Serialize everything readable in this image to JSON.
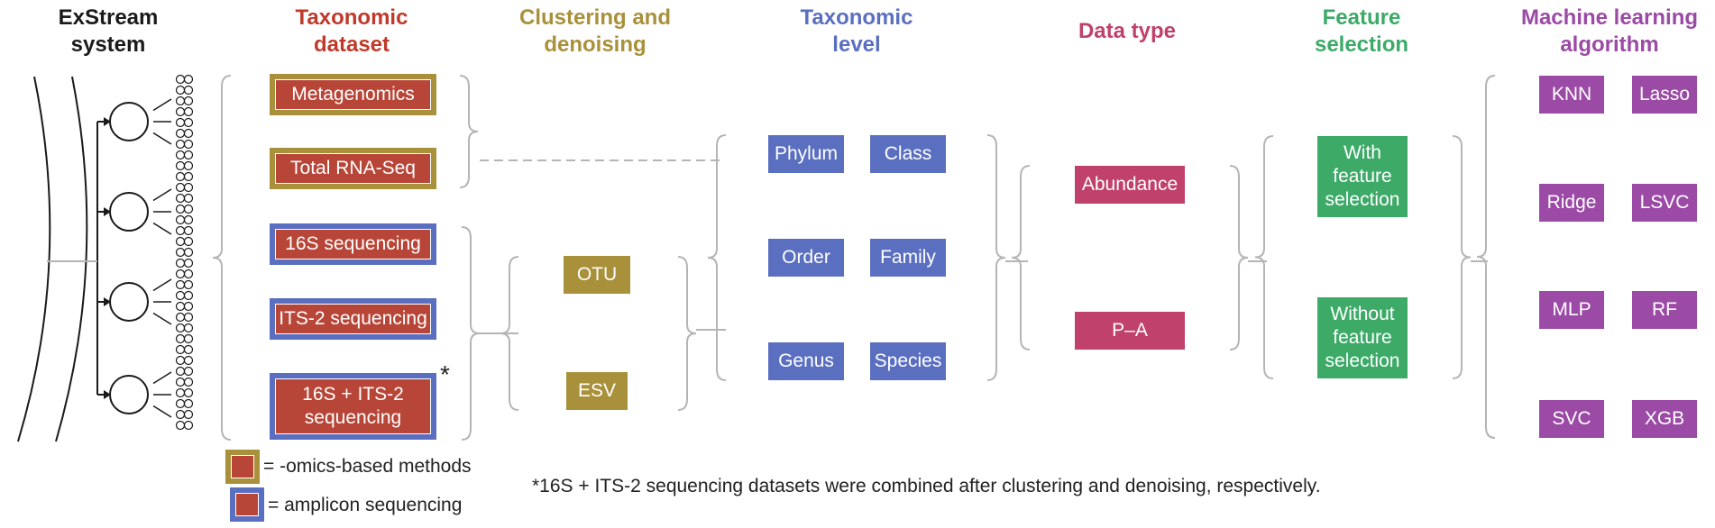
{
  "colors": {
    "black": "#1a1a1a",
    "red": "#c0392b",
    "olive": "#a8913a",
    "blue": "#5b6fc1",
    "crimson": "#c0416b",
    "green": "#3daa68",
    "purple": "#9b4aa6",
    "omics_border": "#a8913a",
    "amplicon_border": "#5b6fc1",
    "box_red": "#b84638",
    "line": "#b5b5b5"
  },
  "headers": {
    "system": "ExStream\nsystem",
    "dataset": "Taxonomic\ndataset",
    "clustering": "Clustering and\ndenoising",
    "level": "Taxonomic\nlevel",
    "datatype": "Data type",
    "feature": "Feature\nselection",
    "ml": "Machine learning\nalgorithm"
  },
  "datasets": [
    {
      "label": "Metagenomics",
      "kind": "omics"
    },
    {
      "label": "Total RNA-Seq",
      "kind": "omics"
    },
    {
      "label": "16S sequencing",
      "kind": "amplicon"
    },
    {
      "label": "ITS-2 sequencing",
      "kind": "amplicon"
    },
    {
      "label": "16S + ITS-2\nsequencing",
      "kind": "amplicon"
    }
  ],
  "asterisk": "*",
  "clustering": [
    "OTU",
    "ESV"
  ],
  "levels": [
    "Phylum",
    "Class",
    "Order",
    "Family",
    "Genus",
    "Species"
  ],
  "datatypes": [
    "Abundance",
    "P–A"
  ],
  "features": [
    "With\nfeature\nselection",
    "Without\nfeature\nselection"
  ],
  "algorithms": [
    "KNN",
    "Lasso",
    "Ridge",
    "LSVC",
    "MLP",
    "RF",
    "SVC",
    "XGB"
  ],
  "legend": {
    "omics": "= -omics-based methods",
    "amplicon": "= amplicon sequencing"
  },
  "footnote": "*16S + ITS-2 sequencing datasets were combined after clustering and denoising, respectively."
}
